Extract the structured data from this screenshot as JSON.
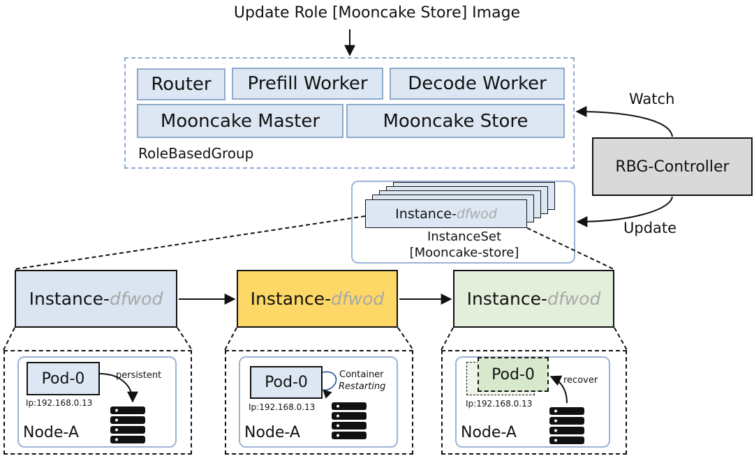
{
  "title": "Update Role [Mooncake Store] Image",
  "role_group": {
    "roles": [
      "Router",
      "Prefill Worker",
      "Decode Worker",
      "Mooncake Master",
      "Mooncake Store"
    ],
    "label": "RoleBasedGroup"
  },
  "controller": {
    "label": "RBG-Controller",
    "watch_label": "Watch",
    "update_label": "Update"
  },
  "instance_set": {
    "instance_prefix": "Instance-",
    "instance_suffix": "dfwod",
    "label_line1": "InstanceSet",
    "label_line2": "[Mooncake-store]"
  },
  "instances": [
    {
      "prefix": "Instance-",
      "suffix": "dfwod",
      "color": "#dbe5f1"
    },
    {
      "prefix": "Instance-",
      "suffix": "dfwod",
      "color": "#fdd866"
    },
    {
      "prefix": "Instance-",
      "suffix": "dfwod",
      "color": "#e4efdb"
    }
  ],
  "nodes": [
    {
      "pod": "Pod-0",
      "ip": "Ip:192.168.0.13",
      "node": "Node-A",
      "action": "persistent"
    },
    {
      "pod": "Pod-0",
      "ip": "Ip:192.168.0.13",
      "node": "Node-A",
      "action_line1": "Container",
      "action_line2": "Restarting"
    },
    {
      "pod": "Pod-0",
      "ghost_pod": "Pod-0",
      "ip": "Ip:192.168.0.13",
      "node": "Node-A",
      "action": "recover"
    }
  ],
  "colors": {
    "role_fill": "#dde7f3",
    "role_border": "#8fa9cc",
    "pod_ghost": "#d8e8cd",
    "controller_fill": "#d9d9d9"
  },
  "icons": [
    "database-icon",
    "restart-loop-icon"
  ]
}
